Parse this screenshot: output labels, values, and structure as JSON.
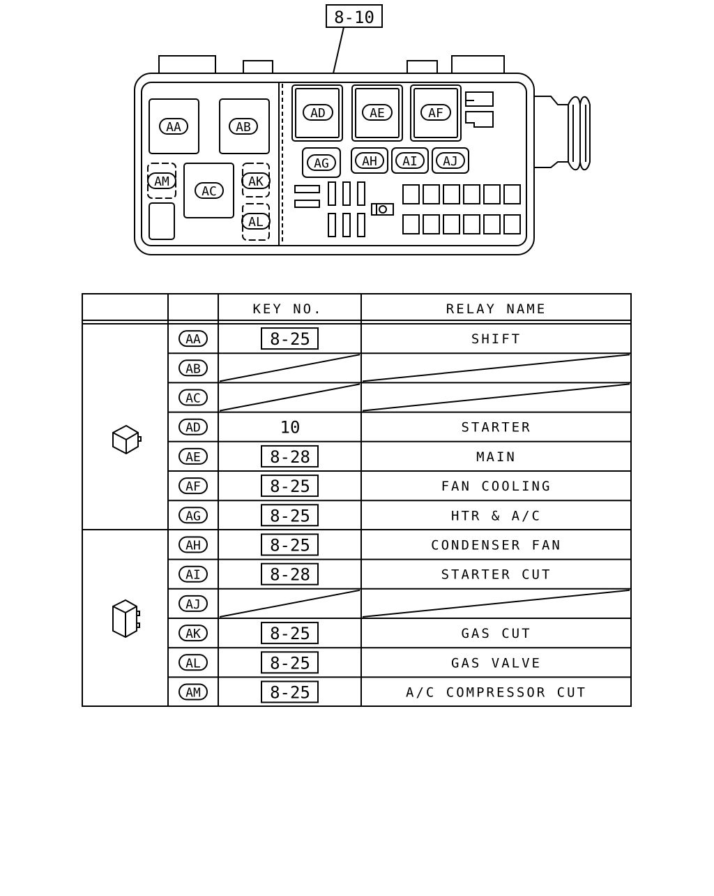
{
  "diagram": {
    "ref_box": "8-10",
    "box_labels": {
      "aa": "AA",
      "ab": "AB",
      "ac": "AC",
      "ad": "AD",
      "ae": "AE",
      "af": "AF",
      "ag": "AG",
      "ah": "AH",
      "ai": "AI",
      "aj": "AJ",
      "ak": "AK",
      "al": "AL",
      "am": "AM"
    }
  },
  "table": {
    "headers": {
      "key_no": "KEY NO.",
      "relay_name": "RELAY NAME"
    },
    "rows": [
      {
        "id": "AA",
        "key": "8-25",
        "boxed": true,
        "name": "SHIFT"
      },
      {
        "id": "AB",
        "key": "",
        "boxed": false,
        "name": ""
      },
      {
        "id": "AC",
        "key": "",
        "boxed": false,
        "name": ""
      },
      {
        "id": "AD",
        "key": "10",
        "boxed": false,
        "name": "STARTER"
      },
      {
        "id": "AE",
        "key": "8-28",
        "boxed": true,
        "name": "MAIN"
      },
      {
        "id": "AF",
        "key": "8-25",
        "boxed": true,
        "name": "FAN COOLING"
      },
      {
        "id": "AG",
        "key": "8-25",
        "boxed": true,
        "name": "HTR & A/C"
      },
      {
        "id": "AH",
        "key": "8-25",
        "boxed": true,
        "name": "CONDENSER FAN"
      },
      {
        "id": "AI",
        "key": "8-28",
        "boxed": true,
        "name": "STARTER CUT"
      },
      {
        "id": "AJ",
        "key": "",
        "boxed": false,
        "name": ""
      },
      {
        "id": "AK",
        "key": "8-25",
        "boxed": true,
        "name": "GAS CUT"
      },
      {
        "id": "AL",
        "key": "8-25",
        "boxed": true,
        "name": "GAS VALVE"
      },
      {
        "id": "AM",
        "key": "8-25",
        "boxed": true,
        "name": "A/C COMPRESSOR CUT"
      }
    ]
  }
}
